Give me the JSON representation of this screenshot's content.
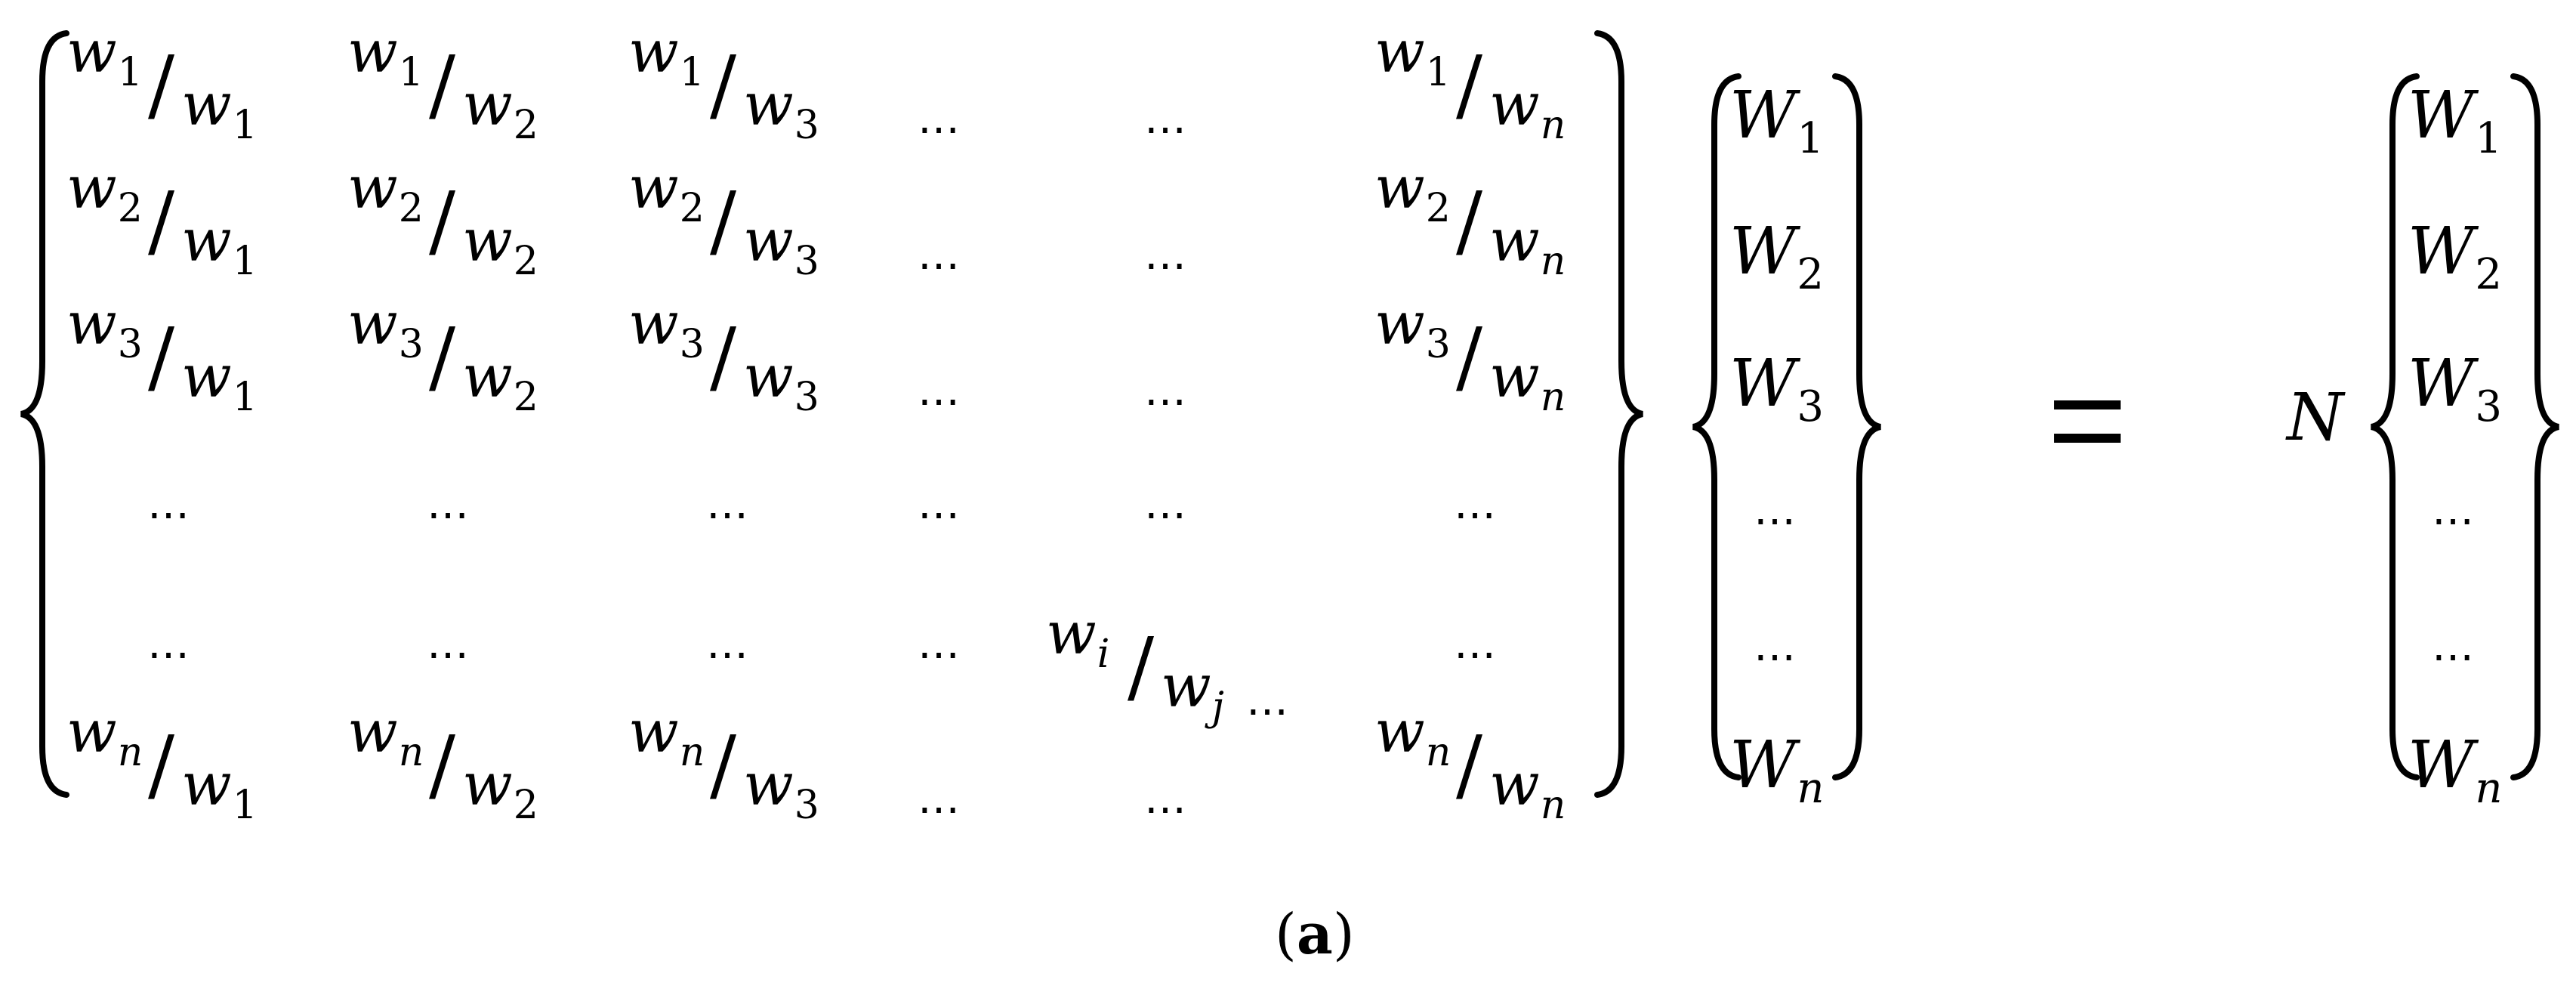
{
  "matrix": {
    "rows": [
      [
        {
          "kind": "frac",
          "num_base": "w",
          "num_sub": "1",
          "den_base": "w",
          "den_sub": "1"
        },
        {
          "kind": "frac",
          "num_base": "w",
          "num_sub": "1",
          "den_base": "w",
          "den_sub": "2"
        },
        {
          "kind": "frac",
          "num_base": "w",
          "num_sub": "1",
          "den_base": "w",
          "den_sub": "3"
        },
        {
          "kind": "dots",
          "text": "…"
        },
        {
          "kind": "dots",
          "text": "…"
        },
        {
          "kind": "frac",
          "num_base": "w",
          "num_sub": "1",
          "den_base": "w",
          "den_sub": "n"
        }
      ],
      [
        {
          "kind": "frac",
          "num_base": "w",
          "num_sub": "2",
          "den_base": "w",
          "den_sub": "1"
        },
        {
          "kind": "frac",
          "num_base": "w",
          "num_sub": "2",
          "den_base": "w",
          "den_sub": "2"
        },
        {
          "kind": "frac",
          "num_base": "w",
          "num_sub": "2",
          "den_base": "w",
          "den_sub": "3"
        },
        {
          "kind": "dots",
          "text": "…"
        },
        {
          "kind": "dots",
          "text": "…"
        },
        {
          "kind": "frac",
          "num_base": "w",
          "num_sub": "2",
          "den_base": "w",
          "den_sub": "n"
        }
      ],
      [
        {
          "kind": "frac",
          "num_base": "w",
          "num_sub": "3",
          "den_base": "w",
          "den_sub": "1"
        },
        {
          "kind": "frac",
          "num_base": "w",
          "num_sub": "3",
          "den_base": "w",
          "den_sub": "2"
        },
        {
          "kind": "frac",
          "num_base": "w",
          "num_sub": "3",
          "den_base": "w",
          "den_sub": "3"
        },
        {
          "kind": "dots",
          "text": "…"
        },
        {
          "kind": "dots",
          "text": "…"
        },
        {
          "kind": "frac",
          "num_base": "w",
          "num_sub": "3",
          "den_base": "w",
          "den_sub": "n"
        }
      ],
      [
        {
          "kind": "dots",
          "text": "…"
        },
        {
          "kind": "dots",
          "text": "…"
        },
        {
          "kind": "dots",
          "text": "…"
        },
        {
          "kind": "dots",
          "text": "…"
        },
        {
          "kind": "dots",
          "text": "…"
        },
        {
          "kind": "dots",
          "text": "…"
        }
      ],
      [
        {
          "kind": "dots",
          "text": "…"
        },
        {
          "kind": "dots",
          "text": "…"
        },
        {
          "kind": "dots",
          "text": "…"
        },
        {
          "kind": "dots",
          "text": "…"
        },
        {
          "kind": "frac",
          "num_base": "w",
          "num_sub": "i",
          "den_base": "w",
          "den_sub": "j",
          "trail": "…"
        },
        {
          "kind": "dots",
          "text": "…"
        }
      ],
      [
        {
          "kind": "frac",
          "num_base": "w",
          "num_sub": "n",
          "den_base": "w",
          "den_sub": "1"
        },
        {
          "kind": "frac",
          "num_base": "w",
          "num_sub": "n",
          "den_base": "w",
          "den_sub": "2"
        },
        {
          "kind": "frac",
          "num_base": "w",
          "num_sub": "n",
          "den_base": "w",
          "den_sub": "3"
        },
        {
          "kind": "dots",
          "text": "…"
        },
        {
          "kind": "dots",
          "text": "…"
        },
        {
          "kind": "frac",
          "num_base": "w",
          "num_sub": "n",
          "den_base": "w",
          "den_sub": "n"
        }
      ]
    ]
  },
  "weight_vector": [
    {
      "base": "W",
      "sub": "1"
    },
    {
      "base": "W",
      "sub": "2"
    },
    {
      "base": "W",
      "sub": "3"
    },
    {
      "text": "…"
    },
    {
      "text": "…"
    },
    {
      "base": "W",
      "sub": "n"
    }
  ],
  "equals_sign": "=",
  "scalar": "N",
  "result_vector": [
    {
      "base": "W",
      "sub": "1"
    },
    {
      "base": "W",
      "sub": "2"
    },
    {
      "base": "W",
      "sub": "3"
    },
    {
      "text": "…"
    },
    {
      "text": "…"
    },
    {
      "base": "W",
      "sub": "n"
    }
  ],
  "caption": {
    "open": "(",
    "label": "a",
    "close": ")"
  }
}
